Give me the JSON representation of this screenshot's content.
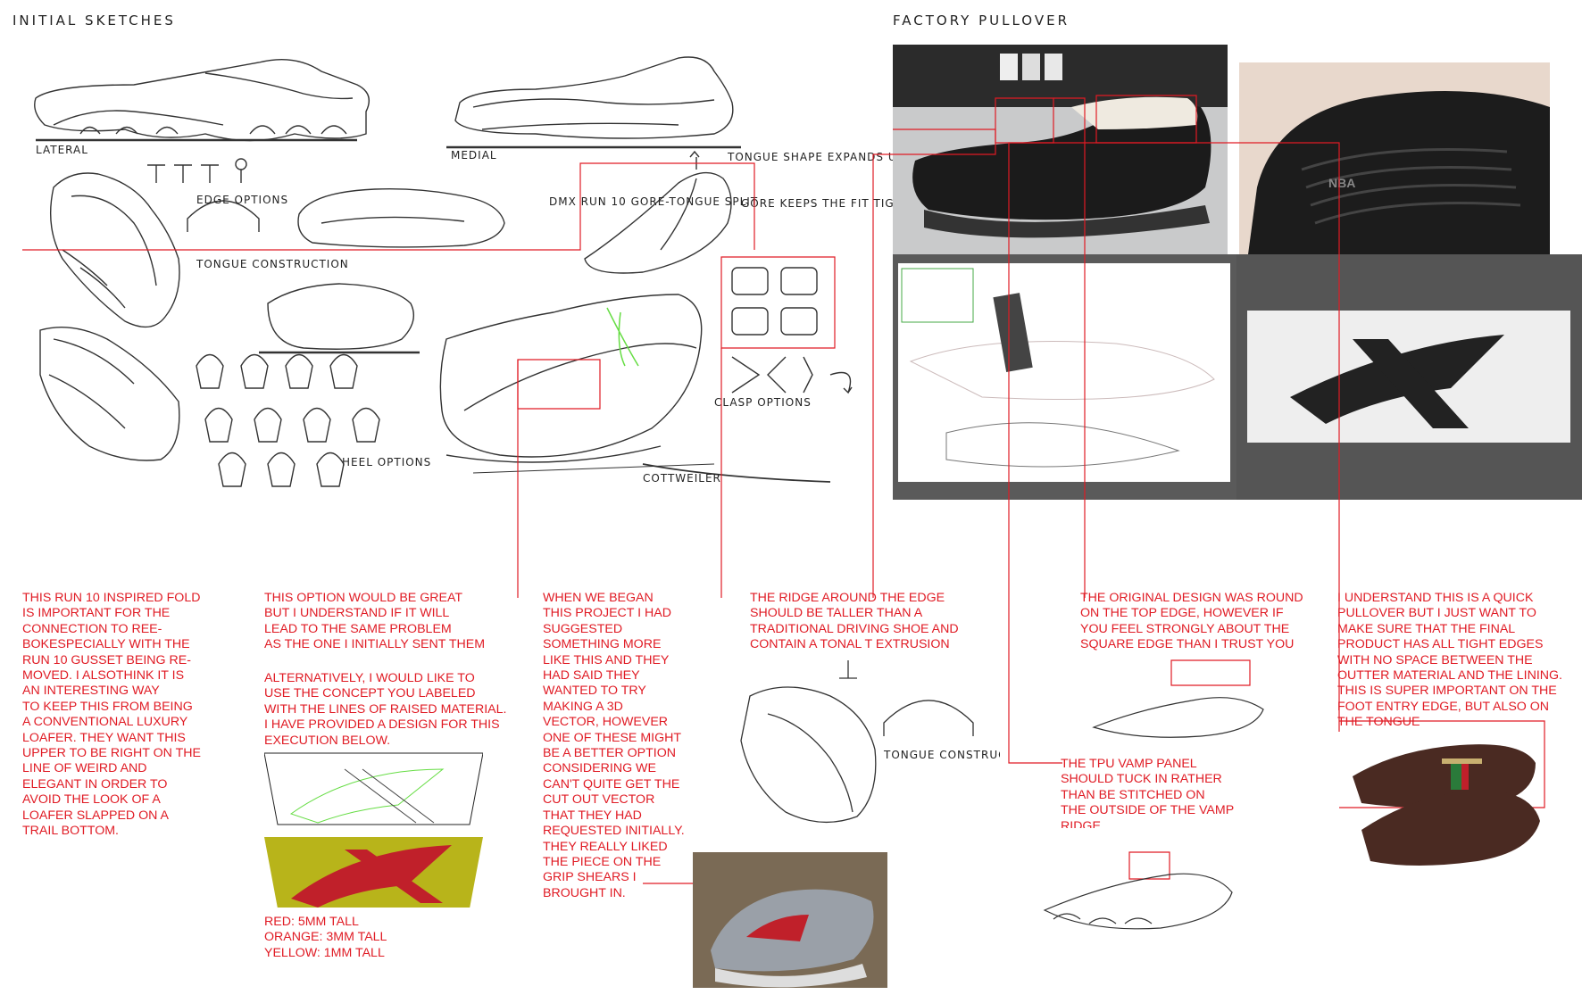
{
  "headers": {
    "initial_sketches": "INITIAL SKETCHES",
    "factory_pullover": "FACTORY PULLOVER"
  },
  "sketch_labels": {
    "lateral": "LATERAL",
    "medial": "MEDIAL",
    "edge_options": "EDGE OPTIONS",
    "tongue_construction": "TONGUE CONSTRUCTION",
    "dmx_run_10": "DMX RUN 10 GORE-TONGUE SPLIT",
    "tongue_shape": "TONGUE SHAPE EXPANDS UPON FOOT ENTRY",
    "gore_keeps": "GORE KEEPS THE FIT TIGHT",
    "clasp_options": "CLASP OPTIONS",
    "heel_options": "HEEL OPTIONS",
    "signature": "COTTWEILER",
    "tongue_construction_2": "TONGUE CONSTRUCTION",
    "sole_logo": "NBA"
  },
  "notes": {
    "n1": "THIS RUN 10 INSPIRED FOLD\nIS IMPORTANT FOR THE\nCONNECTION TO REE-\nBOKESPECIALLY WITH THE\nRUN 10 GUSSET BEING RE-\nMOVED. I ALSOTHINK IT IS\nAN INTERESTING WAY\nTO KEEP THIS FROM BEING\nA CONVENTIONAL LUXURY\nLOAFER. THEY WANT THIS\nUPPER TO BE RIGHT ON THE\nLINE OF WEIRD AND\nELEGANT IN ORDER TO\nAVOID THE LOOK OF A\nLOAFER SLAPPED ON A\nTRAIL BOTTOM.",
    "n2a": "THIS OPTION WOULD BE GREAT\nBUT I UNDERSTAND IF IT WILL\nLEAD TO THE SAME PROBLEM\nAS THE ONE I INITIALLY SENT THEM",
    "n2b": "ALTERNATIVELY, I WOULD LIKE TO\nUSE THE CONCEPT YOU LABELED\nWITH THE LINES OF RAISED MATERIAL.\nI HAVE PROVIDED A DESIGN FOR THIS\nEXECUTION BELOW.",
    "n2c": "RED: 5MM TALL\nORANGE: 3MM TALL\nYELLOW: 1MM TALL",
    "n3": "WHEN WE BEGAN\nTHIS PROJECT I HAD\nSUGGESTED\nSOMETHING MORE\nLIKE THIS AND THEY\nHAD SAID THEY\nWANTED TO TRY\nMAKING A 3D\nVECTOR, HOWEVER\nONE OF THESE MIGHT\nBE A BETTER OPTION\nCONSIDERING WE\nCAN'T QUITE GET THE\nCUT OUT VECTOR\nTHAT THEY HAD\nREQUESTED INITIALLY.\nTHEY REALLY LIKED\nTHE PIECE ON THE\nGRIP SHEARS I\nBROUGHT IN.",
    "n4": "THE RIDGE AROUND THE EDGE\nSHOULD BE TALLER THAN A\nTRADITIONAL DRIVING SHOE AND\nCONTAIN A TONAL T EXTRUSION",
    "n5": "THE ORIGINAL DESIGN WAS ROUND\nON THE TOP EDGE, HOWEVER IF\nYOU FEEL STRONGLY ABOUT THE\nSQUARE EDGE THAN I TRUST YOU",
    "n6": "THE TPU VAMP PANEL\nSHOULD TUCK IN RATHER\nTHAN BE STITCHED ON\nTHE OUTSIDE OF THE VAMP\nRIDGE",
    "n7": "I UNDERSTAND THIS IS A QUICK\nPULLOVER BUT I JUST WANT TO\nMAKE SURE THAT THE FINAL\nPRODUCT HAS ALL TIGHT EDGES\nWITH NO SPACE BETWEEN THE\nOUTTER MATERIAL AND THE LINING.\nTHIS IS SUPER IMPORTANT ON THE\nFOOT ENTRY EDGE, BUT ALSO ON\nTHE TONGUE"
  },
  "colors": {
    "annotation_red": "#e01b24",
    "raised_red": "#c0202a",
    "raised_yellow": "#b8b41a",
    "green_lines": "#66dd44",
    "photo_dark": "#1b1b1b",
    "loafer_brown": "#4a2a22"
  }
}
